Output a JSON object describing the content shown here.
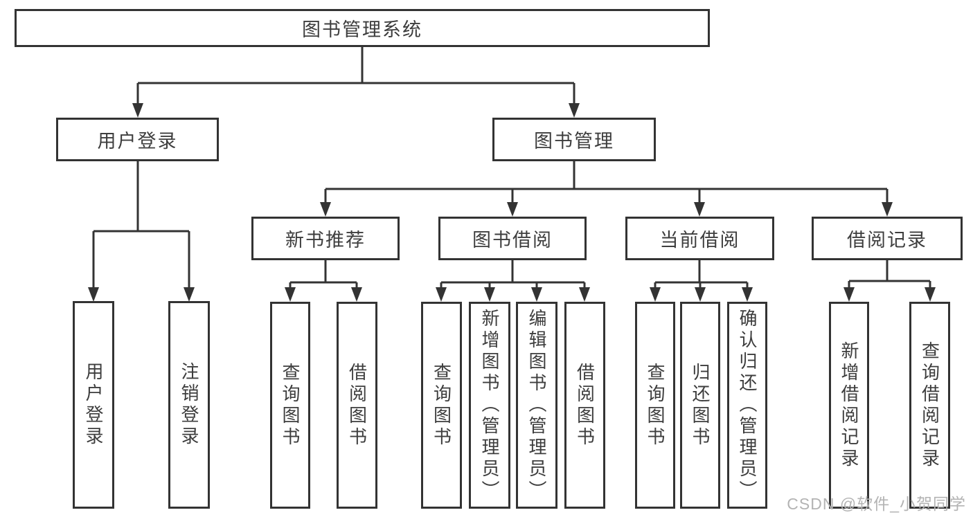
{
  "root": {
    "label": "图书管理系统"
  },
  "branches": [
    {
      "label": "用户登录",
      "children": [
        {
          "label": "用户登录"
        },
        {
          "label": "注销登录"
        }
      ]
    },
    {
      "label": "图书管理",
      "sections": [
        {
          "label": "新书推荐",
          "children": [
            {
              "label": "查询图书"
            },
            {
              "label": "借阅图书"
            }
          ]
        },
        {
          "label": "图书借阅",
          "children": [
            {
              "label": "查询图书"
            },
            {
              "label": "新增图书（管理员）"
            },
            {
              "label": "编辑图书（管理员）"
            },
            {
              "label": "借阅图书"
            }
          ]
        },
        {
          "label": "当前借阅",
          "children": [
            {
              "label": "查询图书"
            },
            {
              "label": "归还图书"
            },
            {
              "label": "确认归还（管理员）"
            }
          ]
        },
        {
          "label": "借阅记录",
          "children": [
            {
              "label": "新增借阅记录"
            },
            {
              "label": "查询借阅记录"
            }
          ]
        }
      ]
    }
  ],
  "colors": {
    "line": "#333333",
    "box_border": "#333333",
    "box_background": "#ffffff",
    "text": "#3d3d3d",
    "watermark": "#b3b3b3"
  },
  "watermark": {
    "text": "CSDN @软件_小贺同学"
  }
}
